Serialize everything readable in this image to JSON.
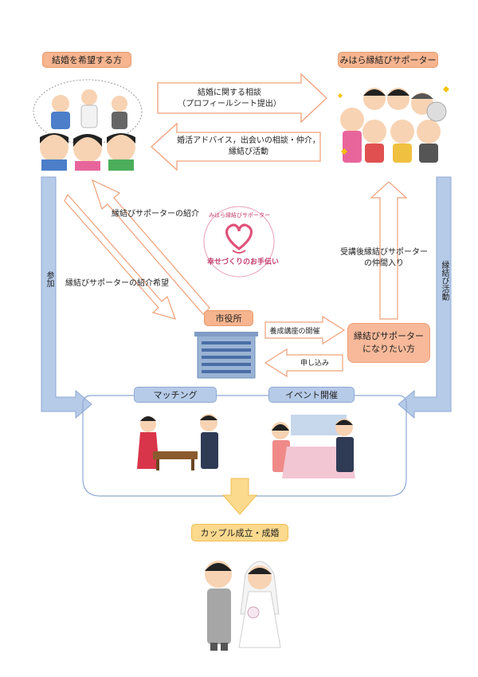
{
  "left_group": {
    "label": "結婚を希望する方"
  },
  "right_group": {
    "label": "みはら縁結びサポーター"
  },
  "arrow_top_right": {
    "line1": "結婚に関する相談",
    "line2": "（プロフィールシート提出）"
  },
  "arrow_top_left": {
    "line1": "婚活アドバイス，出会いの相談・仲介，",
    "line2": "縁結び活動"
  },
  "diag_up": {
    "label": "縁結びサポーターの紹介"
  },
  "diag_down": {
    "label": "縁結びサポーターの紹介希望"
  },
  "logo": {
    "ring_text": "みはら縁結びサポーター",
    "bottom_text": "幸せづくりのお手伝い"
  },
  "right_vertical_arrow": {
    "line1": "受講後縁結びサポーター",
    "line2": "の仲間入り"
  },
  "city_hall": {
    "label": "市役所"
  },
  "wannabe_supporter": {
    "line1": "縁結びサポーター",
    "line2": "になりたい方"
  },
  "arrow_training": {
    "label": "養成講座の開催"
  },
  "arrow_apply": {
    "label": "申し込み"
  },
  "left_side": {
    "label": "参加"
  },
  "right_side": {
    "label": "縁結び活動"
  },
  "matching": {
    "label": "マッチング"
  },
  "event": {
    "label": "イベント開催"
  },
  "result": {
    "label": "カップル成立・成婚"
  },
  "colors": {
    "orange": "#f6b48f",
    "blue": "#b6cbe8",
    "yellow": "#fbd98d",
    "heart": "#e0527a"
  }
}
